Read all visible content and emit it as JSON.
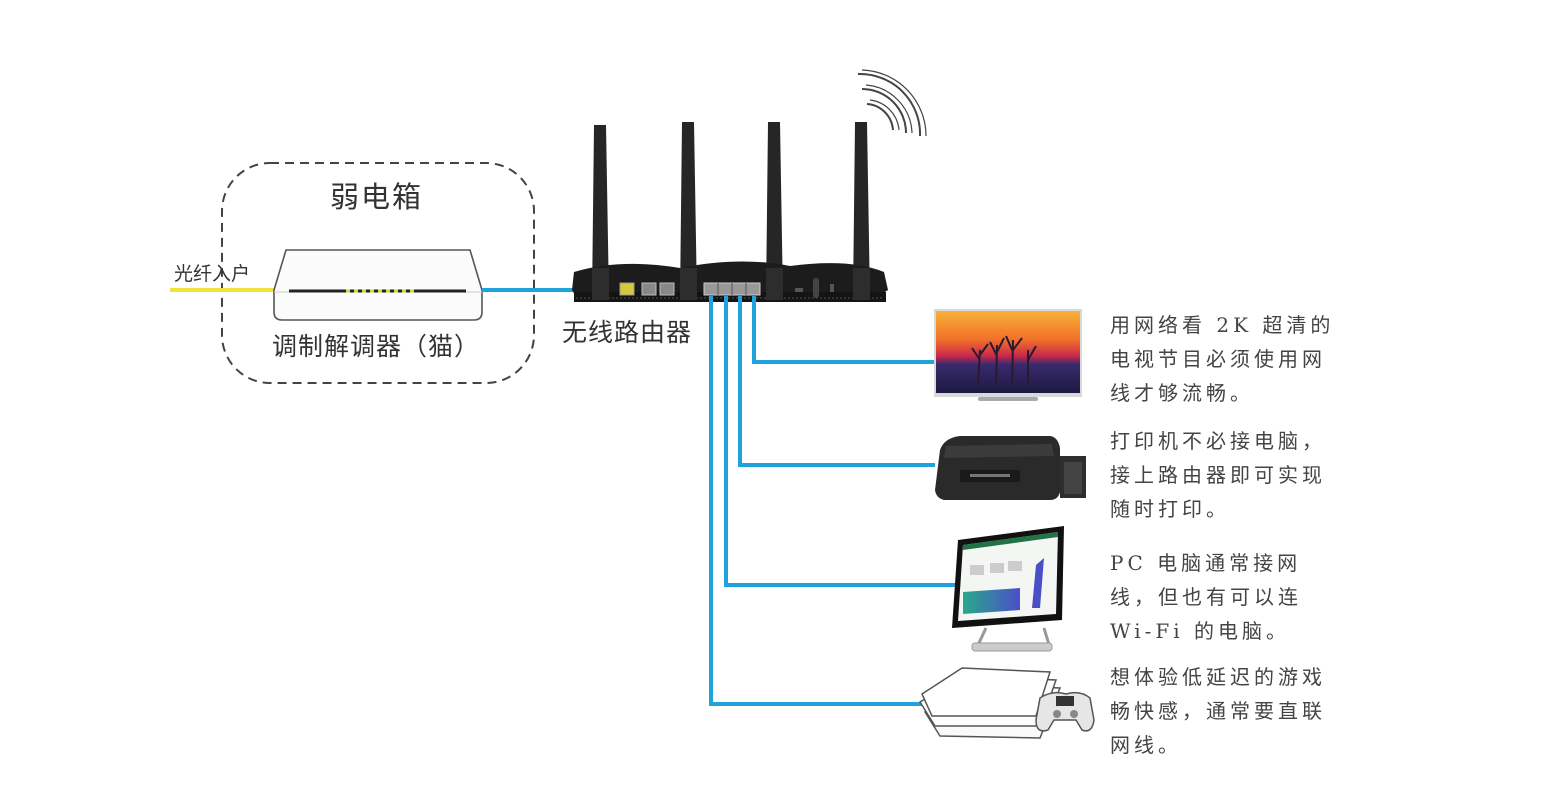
{
  "diagram": {
    "type": "home-network-topology",
    "colors": {
      "fiber_line": "#f2e33a",
      "ethernet_line": "#1ea3dc",
      "router_body": "#1c1c1c",
      "dashed_box": "#444444"
    },
    "weak_current_box": {
      "title": "弱电箱"
    },
    "fiber": {
      "label": "光纤入户"
    },
    "modem": {
      "label": "调制解调器（猫）"
    },
    "router": {
      "label": "无线路由器",
      "wifi_icon": "wifi-signal-icon"
    },
    "devices": [
      {
        "name": "tv",
        "icon": "tv-icon",
        "description": "用网络看 2K 超清的电视节目必须使用网线才够流畅。"
      },
      {
        "name": "printer",
        "icon": "printer-icon",
        "description": "打印机不必接电脑，接上路由器即可实现随时打印。"
      },
      {
        "name": "pc",
        "icon": "desktop-pc-icon",
        "description": "PC 电脑通常接网线，但也有可以连 Wi-Fi 的电脑。"
      },
      {
        "name": "game-console",
        "icon": "game-console-icon",
        "description": "想体验低延迟的游戏畅快感，通常要直联网线。"
      }
    ]
  }
}
